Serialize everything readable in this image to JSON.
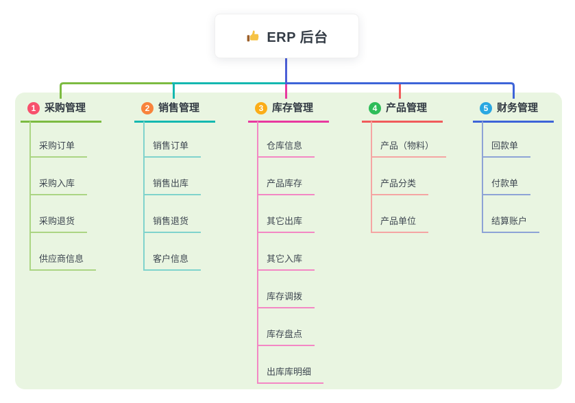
{
  "root": {
    "label": "ERP 后台",
    "icon": "thumbs-up-icon"
  },
  "canvas": {
    "background": "#ffffff",
    "panel_background": "#e9f5e1"
  },
  "connector": {
    "stem_color": "#4c5fd7"
  },
  "branches": [
    {
      "num": "1",
      "label": "采购管理",
      "badge_color": "#f8506c",
      "line_color": "#7cbb41",
      "light_color": "#abd583",
      "children": [
        "采购订单",
        "采购入库",
        "采购退货",
        "供应商信息"
      ]
    },
    {
      "num": "2",
      "label": "销售管理",
      "badge_color": "#f8833c",
      "line_color": "#14b8b0",
      "light_color": "#7fd3cc",
      "children": [
        "销售订单",
        "销售出库",
        "销售退货",
        "客户信息"
      ]
    },
    {
      "num": "3",
      "label": "库存管理",
      "badge_color": "#fbad18",
      "line_color": "#e8399f",
      "light_color": "#f387c4",
      "children": [
        "仓库信息",
        "产品库存",
        "其它出库",
        "其它入库",
        "库存调拨",
        "库存盘点",
        "出库库明细"
      ]
    },
    {
      "num": "4",
      "label": "产品管理",
      "badge_color": "#2ebd59",
      "line_color": "#f05b5b",
      "light_color": "#f5a5a3",
      "children": [
        "产品（物料）",
        "产品分类",
        "产品单位"
      ]
    },
    {
      "num": "5",
      "label": "财务管理",
      "badge_color": "#29a7e1",
      "line_color": "#3d64d8",
      "light_color": "#8da3d6",
      "children": [
        "回款单",
        "付款单",
        "结算账户"
      ]
    }
  ]
}
